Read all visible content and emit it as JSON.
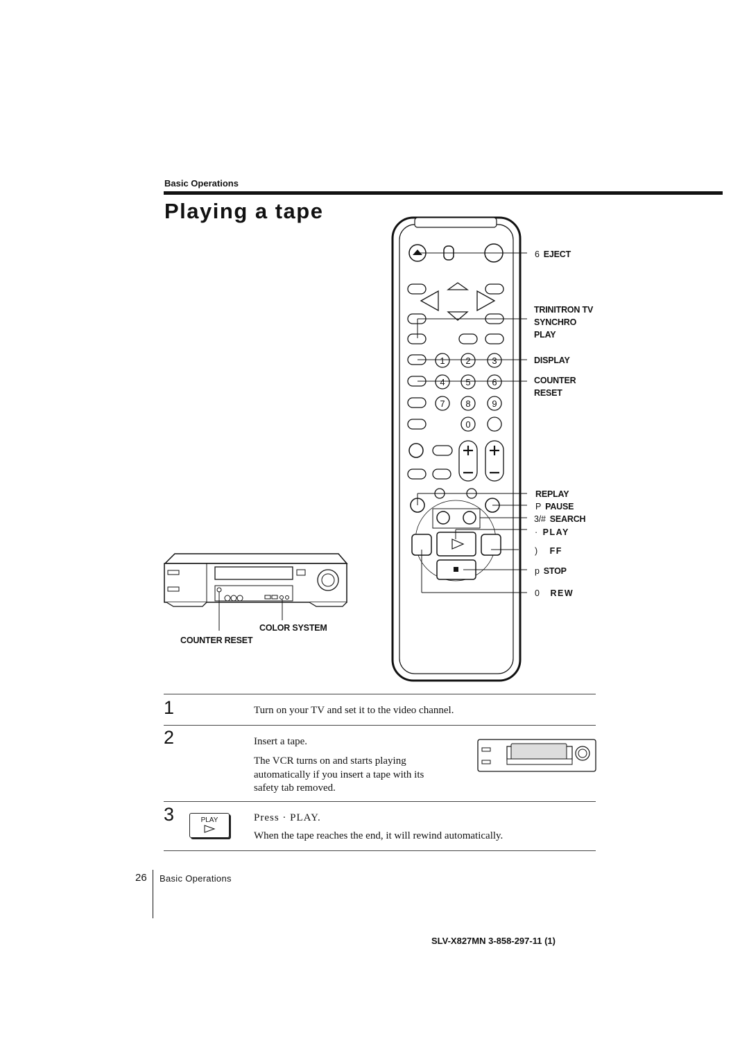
{
  "header": {
    "section_label": "Basic Operations",
    "title": "Playing a tape"
  },
  "remote_labels": {
    "eject": {
      "symbol": "6",
      "text": "EJECT"
    },
    "trinitron": [
      "TRINITRON TV",
      "SYNCHRO",
      "PLAY"
    ],
    "display": "DISPLAY",
    "counter_reset": [
      "COUNTER",
      "RESET"
    ],
    "replay": "REPLAY",
    "pause": {
      "symbol": "P",
      "text": "PAUSE"
    },
    "search": {
      "symbol": "3/#",
      "text": "SEARCH"
    },
    "play": {
      "symbol": "·",
      "text": "PLAY"
    },
    "ff": {
      "symbol": ")",
      "text": "FF"
    },
    "stop": {
      "symbol": "p",
      "text": "STOP"
    },
    "rew": {
      "symbol": "0",
      "text": "REW"
    }
  },
  "remote_keys": [
    "1",
    "2",
    "3",
    "4",
    "5",
    "6",
    "7",
    "8",
    "9",
    "0"
  ],
  "vcr_labels": {
    "color_system": "COLOR SYSTEM",
    "counter_reset": "COUNTER RESET"
  },
  "steps": [
    {
      "num": "1",
      "lines": [
        "Turn on your TV and set it to the video channel."
      ]
    },
    {
      "num": "2",
      "lines": [
        "Insert a tape."
      ],
      "note": [
        "The VCR turns on and starts playing",
        "automatically if you insert a tape with its",
        "safety tab removed."
      ]
    },
    {
      "num": "3",
      "button_label": "PLAY",
      "lines": [
        "Press  · PLAY."
      ],
      "note": [
        "When the tape reaches the end, it will rewind automatically."
      ]
    }
  ],
  "footer": {
    "page_number": "26",
    "section": "Basic Operations",
    "model": "SLV-X827MN   3-858-297-11 (1)"
  }
}
